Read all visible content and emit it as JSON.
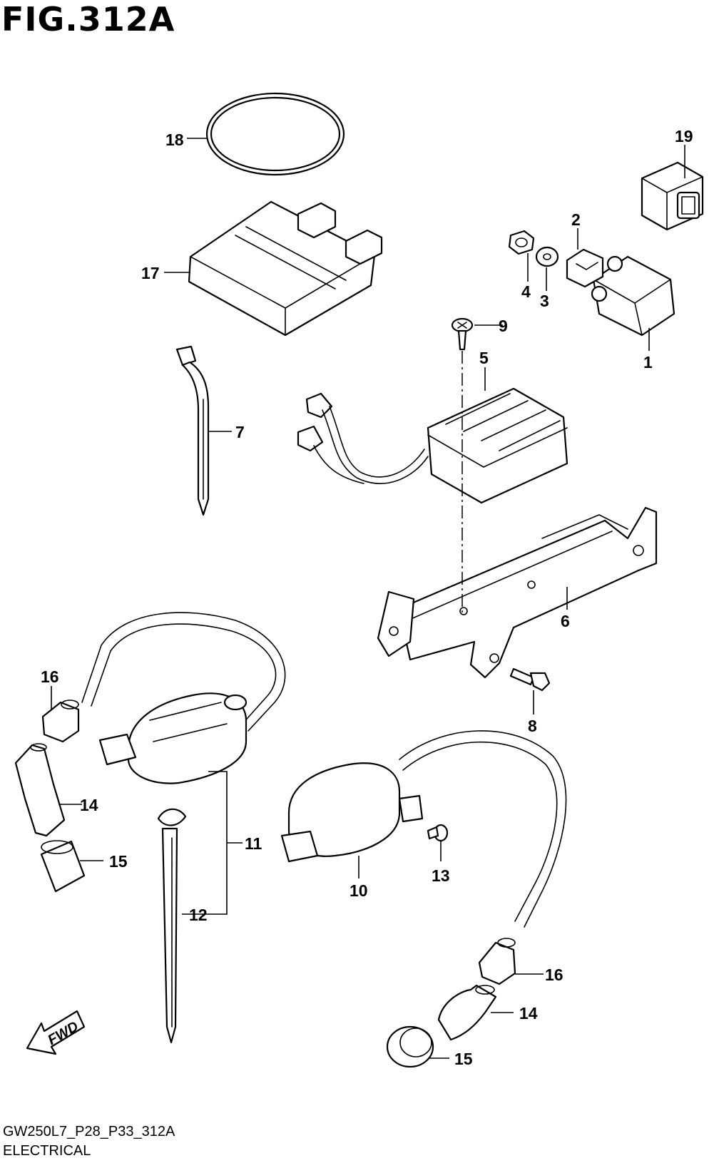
{
  "figure": {
    "title": "FIG.312A",
    "code": "GW250L7_P28_P33_312A",
    "name": "ELECTRICAL"
  },
  "callouts": [
    {
      "id": "c18",
      "text": "18"
    },
    {
      "id": "c19",
      "text": "19"
    },
    {
      "id": "c2",
      "text": "2"
    },
    {
      "id": "c17",
      "text": "17"
    },
    {
      "id": "c4",
      "text": "4"
    },
    {
      "id": "c3",
      "text": "3"
    },
    {
      "id": "c9",
      "text": "9"
    },
    {
      "id": "c1",
      "text": "1"
    },
    {
      "id": "c5",
      "text": "5"
    },
    {
      "id": "c7",
      "text": "7"
    },
    {
      "id": "c6",
      "text": "6"
    },
    {
      "id": "c16a",
      "text": "16"
    },
    {
      "id": "c8",
      "text": "8"
    },
    {
      "id": "c14a",
      "text": "14"
    },
    {
      "id": "c11",
      "text": "11"
    },
    {
      "id": "c15a",
      "text": "15"
    },
    {
      "id": "c13",
      "text": "13"
    },
    {
      "id": "c10",
      "text": "10"
    },
    {
      "id": "c12",
      "text": "12"
    },
    {
      "id": "c16b",
      "text": "16"
    },
    {
      "id": "c14b",
      "text": "14"
    },
    {
      "id": "c15b",
      "text": "15"
    }
  ],
  "fwd_label": "FWD"
}
